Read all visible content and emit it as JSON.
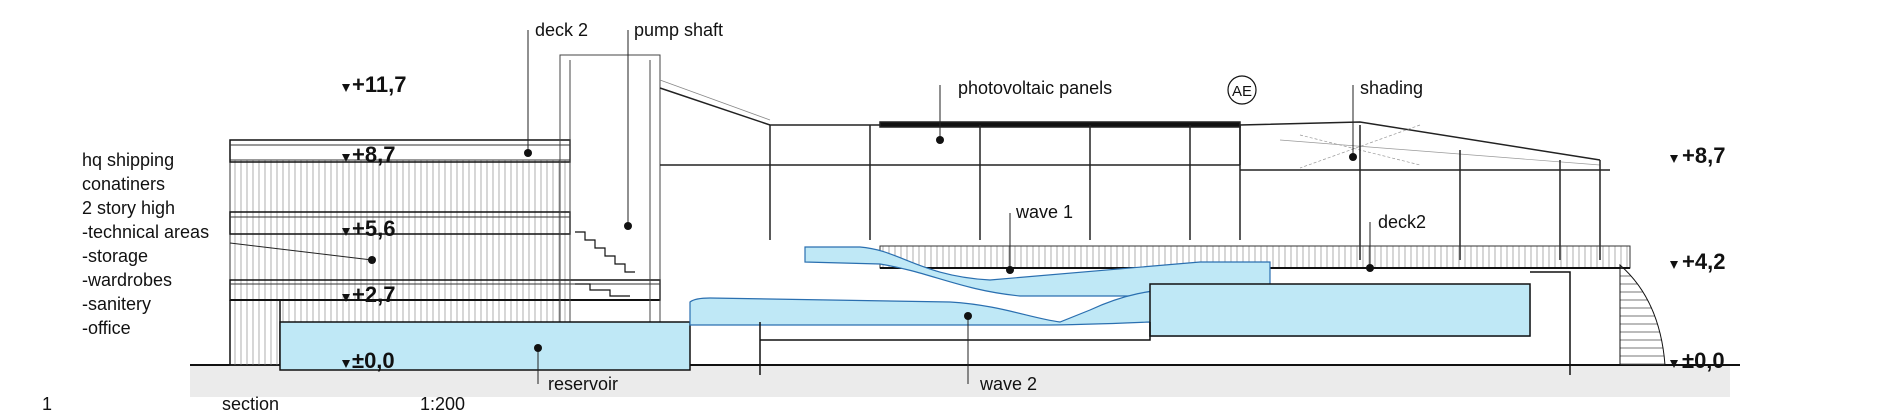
{
  "labels": {
    "deck_2": "deck 2",
    "pump_shaft": "pump shaft",
    "photovoltaic_panels": "photovoltaic panels",
    "ae": "AE",
    "shading": "shading",
    "wave_1": "wave 1",
    "deck2": "deck2",
    "wave_2": "wave 2",
    "reservoir": "reservoir"
  },
  "levels": {
    "l_11_7": "+11,7",
    "l_8_7_left": "+8,7",
    "l_5_6": "+5,6",
    "l_2_7": "+2,7",
    "l_0_0_left": "±0,0",
    "l_8_7_right": "+8,7",
    "l_4_2": "+4,2",
    "l_0_0_right": "±0,0"
  },
  "notes": [
    "hq shipping",
    "conatiners",
    "2 story high",
    "-technical areas",
    "-storage",
    "-wardrobes",
    "-sanitery",
    "-office"
  ],
  "footer": {
    "number": "1",
    "title": "section",
    "scale": "1:200"
  },
  "colors": {
    "water": "#bfe8f6",
    "water_edge": "#2a6fb0",
    "line": "#111111",
    "ground": "#e9e9e9"
  }
}
